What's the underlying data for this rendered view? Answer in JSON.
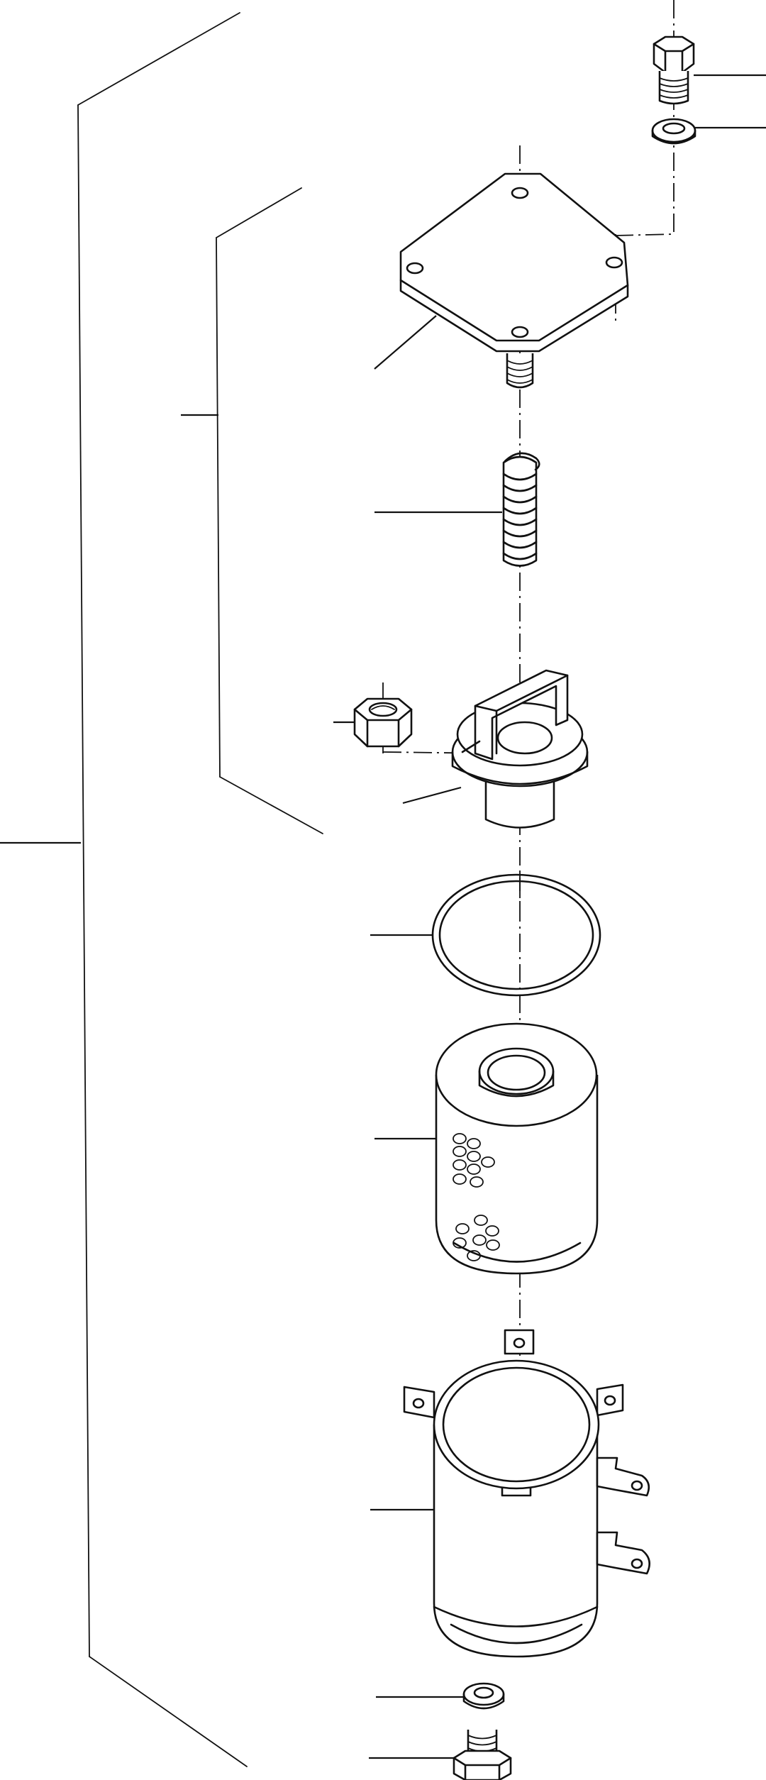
{
  "diagram": {
    "type": "exploded-parts-view",
    "colors": {
      "line": "#111111",
      "background": "#ffffff"
    },
    "parts": [
      "hex-bolt",
      "washer",
      "head-cover-plate",
      "coil-spring",
      "hex-nut",
      "filter-head",
      "o-ring",
      "filter-element",
      "filter-housing",
      "drain-washer",
      "drain-plug"
    ]
  }
}
